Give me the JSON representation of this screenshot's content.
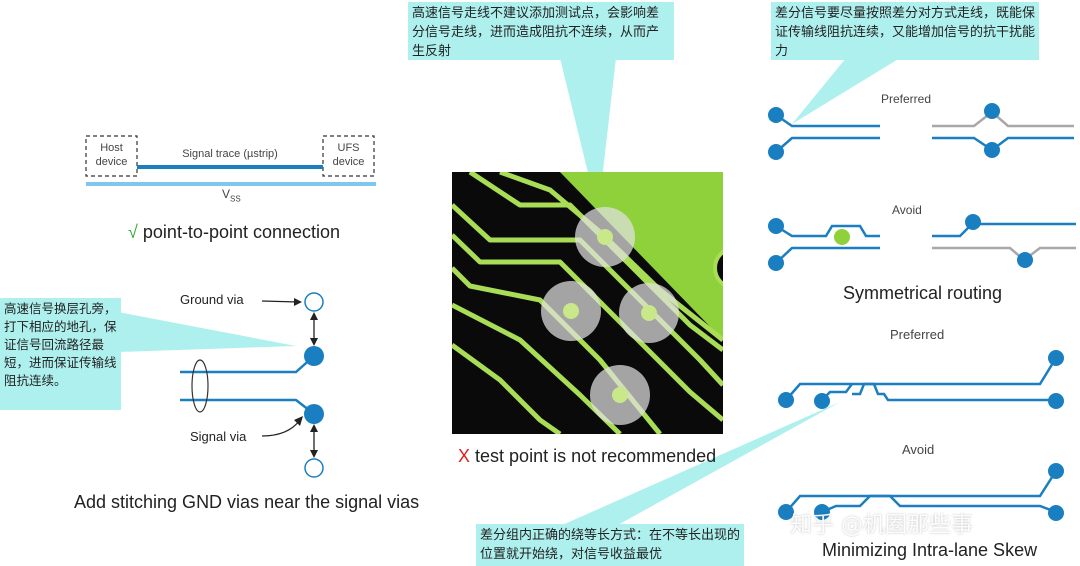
{
  "callouts": {
    "test_point": "高速信号走线不建议添加测试点，会影响差分信号走线，进而造成阻抗不连续，从而产生反射",
    "differential": "差分信号要尽量按照差分对方式走线，既能保证传输线阻抗连续，又能增加信号的抗干扰能力",
    "stitching": "高速信号换层孔旁，打下相应的地孔，保证信号回流路径最短，进而保证传输线阻抗连续。",
    "skew": "差分组内正确的绕等长方式：在不等长出现的位置就开始绕，对信号收益最优"
  },
  "p2p": {
    "host_line1": "Host",
    "host_line2": "device",
    "trace_label": "Signal trace (µstrip)",
    "ufs_line1": "UFS",
    "ufs_line2": "device",
    "vss_main": "V",
    "vss_sub": "SS",
    "check_mark": "√",
    "caption": "point-to-point connection"
  },
  "stitching": {
    "ground_via": "Ground via",
    "signal_via": "Signal via",
    "caption": "Add stitching GND vias near the signal vias"
  },
  "test_point": {
    "x_mark": "X",
    "caption": "test point is not recommended"
  },
  "symmetric": {
    "preferred": "Preferred",
    "avoid": "Avoid",
    "caption": "Symmetrical routing"
  },
  "skew": {
    "preferred": "Preferred",
    "avoid": "Avoid",
    "caption": "Minimizing Intra-lane Skew"
  },
  "watermark": "知乎 @机圈那些事",
  "colors": {
    "trace_blue": "#1a7fc1",
    "via_blue": "#1a7fc1",
    "pcb_green": "#8fd13b",
    "pcb_black": "#0a0a0a",
    "callout_bg": "#aef0ee",
    "check_green": "#3aa83a",
    "x_red": "#e02020",
    "gray_trace": "#a8a8a8"
  }
}
